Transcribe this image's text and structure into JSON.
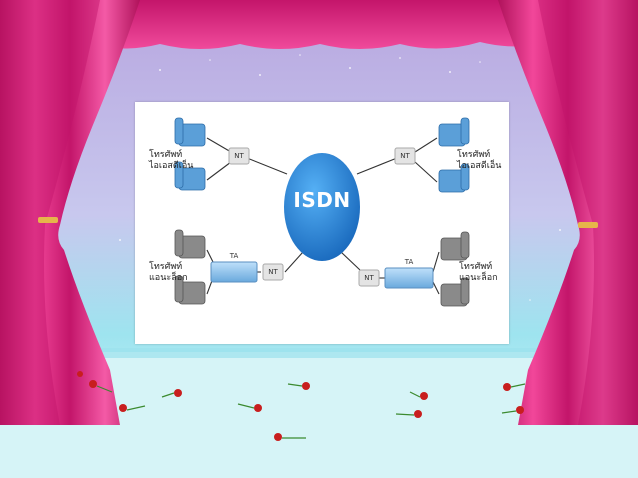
{
  "diagram": {
    "center_label": "ISDN",
    "nt_label": "NT",
    "ta_label": "TA",
    "left_top_label": [
      "โทรศัพท์",
      "ไอเอสดีเอ็น"
    ],
    "left_bottom_label": [
      "โทรศัพท์",
      "แอนะล็อก"
    ],
    "right_top_label": [
      "โทรศัพท์",
      "ไอเอสดีเอ็น"
    ],
    "right_bottom_label": [
      "โทรศัพท์",
      "แอนะล็อก"
    ]
  },
  "colors": {
    "curtain": "#e31c79",
    "isdn_cloud": "#1e88e5",
    "ta_box": "#8fc3ef",
    "floor": "#c9f1f6"
  }
}
